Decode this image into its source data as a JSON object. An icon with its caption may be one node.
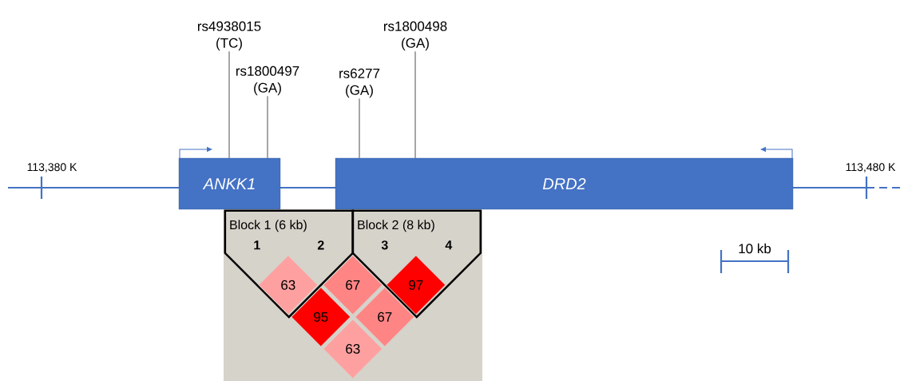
{
  "diagram": {
    "nodes": [
      {
        "text": [
          "rs4938015",
          "(TC)"
        ]
      },
      {
        "text": [
          "rs1800497",
          "(GA)"
        ]
      },
      {
        "text": [
          "rs6277",
          "(GA)"
        ]
      },
      {
        "text": [
          "rs1800498",
          "(GA)"
        ]
      },
      {
        "text": [
          "ANKK1"
        ]
      },
      {
        "text": [
          "DRD2"
        ]
      },
      {
        "text": [],
        "shape": "box"
      },
      {
        "text": [
          "Block 1 (6 kb)",
          "1",
          "2"
        ],
        "in": 6
      },
      {
        "text": [
          "Block 2 (8 kb)",
          "3",
          "4"
        ],
        "in": 6
      },
      {
        "text": [
          "63"
        ],
        "in": 7
      },
      {
        "text": [
          "67"
        ],
        "in": 6
      },
      {
        "text": [
          "97"
        ],
        "in": 8
      },
      {
        "text": [
          "95"
        ],
        "in": 6
      },
      {
        "text": [
          "67"
        ],
        "in": 6
      },
      {
        "text": [
          "63"
        ],
        "in": 6
      }
    ],
    "edges": [
      {
        "from": 0,
        "to": 4,
        "arrow": "none"
      },
      {
        "from": 1,
        "to": 4,
        "arrow": "none"
      },
      {
        "from": 2,
        "to": 5,
        "arrow": "none"
      },
      {
        "from": 3,
        "to": 5,
        "arrow": "none"
      }
    ],
    "labels": [
      "113,380 K",
      "113,480 K",
      "10 kb"
    ]
  }
}
